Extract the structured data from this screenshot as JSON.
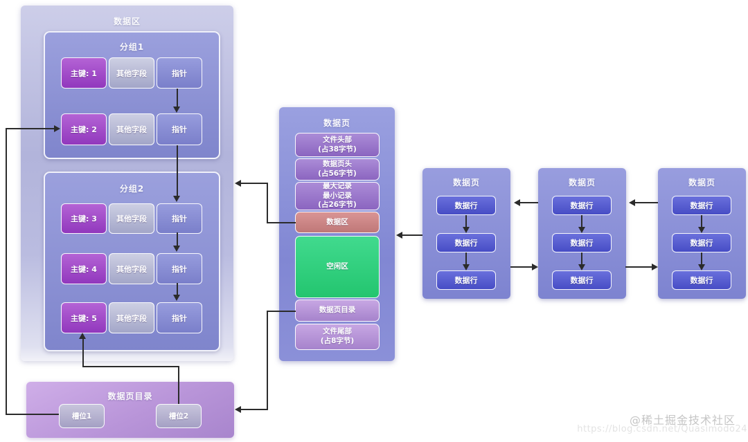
{
  "data_area": {
    "title": "数据区",
    "groups": [
      {
        "title": "分组1",
        "rows": [
          {
            "pk": "主键: 1",
            "other": "其他字段",
            "pointer": "指针"
          },
          {
            "pk": "主键: 2",
            "other": "其他字段",
            "pointer": "指针"
          }
        ]
      },
      {
        "title": "分组2",
        "rows": [
          {
            "pk": "主键: 3",
            "other": "其他字段",
            "pointer": "指针"
          },
          {
            "pk": "主键: 4",
            "other": "其他字段",
            "pointer": "指针"
          },
          {
            "pk": "主键: 5",
            "other": "其他字段",
            "pointer": "指针"
          }
        ]
      }
    ]
  },
  "page_structure": {
    "title": "数据页",
    "sections": [
      {
        "label": "文件头部\n(占38字节)"
      },
      {
        "label": "数据页头\n(占56字节)"
      },
      {
        "label": "最大记录\n最小记录\n(占26字节)"
      },
      {
        "label": "数据区"
      },
      {
        "label": "空闲区"
      },
      {
        "label": "数据页目录"
      },
      {
        "label": "文件尾部\n(占8字节)"
      }
    ]
  },
  "linked_pages": [
    {
      "title": "数据页",
      "rows": [
        "数据行",
        "数据行",
        "数据行"
      ]
    },
    {
      "title": "数据页",
      "rows": [
        "数据行",
        "数据行",
        "数据行"
      ]
    },
    {
      "title": "数据页",
      "rows": [
        "数据行",
        "数据行",
        "数据行"
      ]
    }
  ],
  "page_directory": {
    "title": "数据页目录",
    "slots": [
      {
        "label": "槽位1"
      },
      {
        "label": "槽位2"
      }
    ]
  },
  "watermark": {
    "community": "@稀土掘金技术社区",
    "url": "https://blog.csdn.net/Quasimodo24"
  },
  "colors": {
    "primary_key_cell": "#a04cc4",
    "other_field_cell": "#b8bbd6",
    "pointer_cell": "#878cd2",
    "group_box": "#8a90d4",
    "data_area_box": "#c2c3e3",
    "page_box": "#8a8fd9",
    "section_header": "#9b79c9",
    "section_data_area": "#cf8b8b",
    "section_free_area": "#2ecc7e",
    "section_directory": "#b493d6",
    "data_row": "#5158cf",
    "directory_box": "#b995d9",
    "slot": "#b3afce",
    "arrow": "#2b2b2b"
  }
}
